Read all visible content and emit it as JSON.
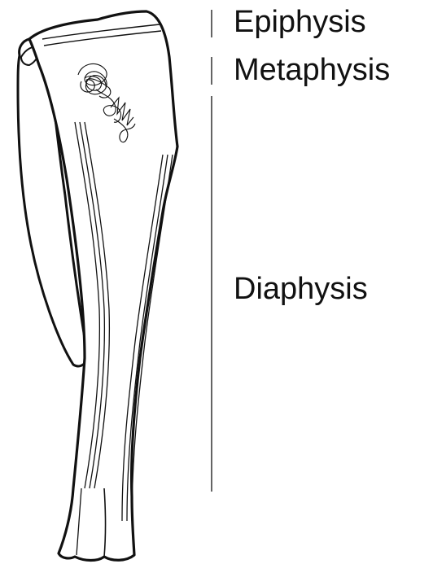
{
  "labels": {
    "epiphysis": "Epiphysis",
    "metaphysis": "Metaphysis",
    "diaphysis": "Diaphysis"
  }
}
